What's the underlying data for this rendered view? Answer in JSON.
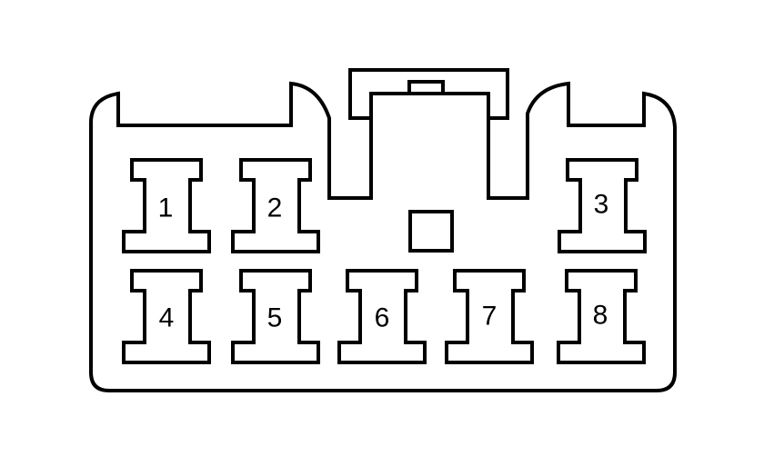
{
  "diagram": {
    "pins": [
      {
        "number": "1"
      },
      {
        "number": "2"
      },
      {
        "number": "3"
      },
      {
        "number": "4"
      },
      {
        "number": "5"
      },
      {
        "number": "6"
      },
      {
        "number": "7"
      },
      {
        "number": "8"
      }
    ],
    "colors": {
      "stroke": "#000000",
      "background": "#ffffff"
    }
  }
}
